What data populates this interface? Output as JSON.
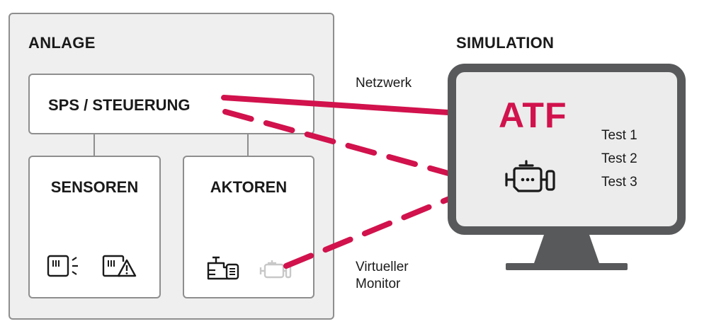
{
  "anlage": {
    "title": "ANLAGE",
    "sps_label": "SPS / STEUERUNG",
    "sensoren_label": "SENSOREN",
    "aktoren_label": "AKTOREN"
  },
  "simulation": {
    "title": "SIMULATION",
    "atf_label": "ATF",
    "tests": [
      "Test 1",
      "Test 2",
      "Test 3"
    ]
  },
  "connections": {
    "netzwerk_label": "Netzwerk",
    "virtueller_monitor_line1": "Virtueller",
    "virtueller_monitor_line2": "Monitor"
  },
  "colors": {
    "accent": "#d1124c",
    "border": "#8e8e8e",
    "monitor": "#58595b",
    "panel_bg": "#efefef",
    "screen_bg": "#ececec"
  },
  "icons": {
    "sensor_1": "sensor-signal-icon",
    "sensor_2": "sensor-warning-icon",
    "actuator_1": "valve-actuator-icon",
    "actuator_2": "engine-icon",
    "simulation_engine": "engine-icon"
  }
}
